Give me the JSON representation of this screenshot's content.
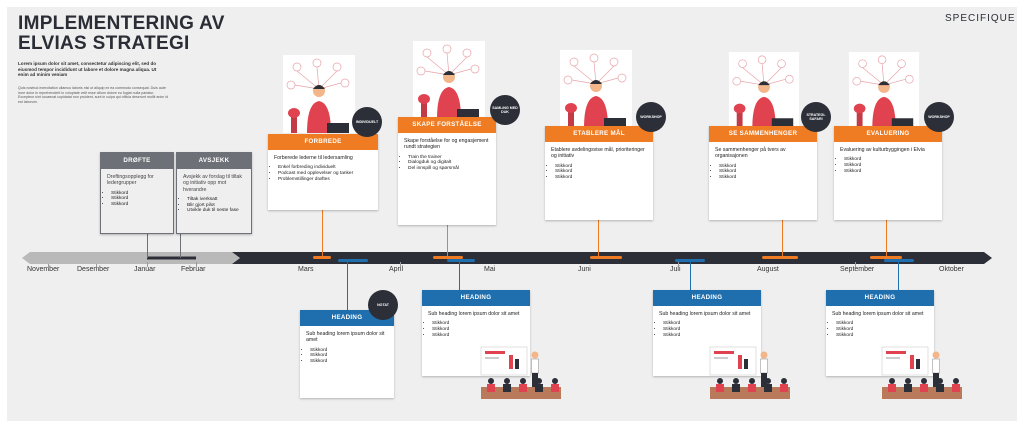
{
  "title": "IMPLEMENTERING AV ELVIAS STRATEGI",
  "brand": "SPECIFIQUE",
  "intro": {
    "lead": "Lorem ipsum dolor sit amet, consectetur adipiscing elit, sed do eiusmod tempor incididunt ut labore et dolore magna aliqua. Ut enim ad minim veniam",
    "body": "Quis nostrud exercitation ullamco laboris nisi ut aliquip ex ea commodo consequat. Duis aute irure dolor in reprehenderit in voluptate velit esse cillum dolore eu fugiat nulla pariatur. Excepteur sint occaecat cupidatat non proident, sunt in culpa qui officia deserunt mollit anim id est laborum."
  },
  "months": [
    "November",
    "Desember",
    "Januar",
    "Februar",
    "Mars",
    "April",
    "Mai",
    "Juni",
    "Juli",
    "August",
    "September",
    "Oktober"
  ],
  "gray_cards": [
    {
      "heading": "DRØFTE",
      "desc": "Dreftingsopplegg for ledergrupper",
      "items": [
        "Stikkord",
        "Stikkord",
        "Stikkord"
      ]
    },
    {
      "heading": "AVSJEKK",
      "desc": "Avsjekk av forslag til tiltak og initiativ opp mot hverandre",
      "items": [
        "Tiltak iverksatt",
        "Blir gjort pilot",
        "Utvikle duk til neste fase"
      ]
    }
  ],
  "orange_cards": [
    {
      "heading": "FORBREDE",
      "badge": "INDIVIDUELT",
      "desc": "Forberede lederne til ledersamling",
      "items": [
        "Enkel forbreding individuelt",
        "Podcast med opplevelser og tanker",
        "Problemstillinger drøftes"
      ]
    },
    {
      "heading": "SKAPE FORSTÅELSE",
      "badge": "SAMLING MED DUK",
      "desc": "Skape forståelse for og engasjement rundt strategien",
      "items": [
        "Train the trainer",
        "Dialogduk og digitalt",
        "Del innspill og spørsmål"
      ]
    },
    {
      "heading": "ETABLERE MÅL",
      "badge": "WORKSHOP",
      "desc": "Etablere avdelingsvise mål, prioriteringer og initiativ",
      "items": [
        "Stikkord",
        "Stikkord",
        "Stikkord"
      ]
    },
    {
      "heading": "SE SAMMENHENGER",
      "badge": "STRATEGI-SAFARI",
      "desc": "Se sammenhenger på tvers av organisajonen",
      "items": [
        "Stikkord",
        "Stikkord",
        "Stikkord"
      ]
    },
    {
      "heading": "EVALUERING",
      "badge": "WORKSHOP",
      "desc": "Evaluering av kulturbyggingen i Elvia",
      "items": [
        "Stikkord",
        "Stikkord",
        "Stikkord"
      ]
    }
  ],
  "blue_cards": [
    {
      "heading": "HEADING",
      "badge": "NOTAT",
      "desc": "Sub heading lorem ipsum dolor sit amet",
      "items": [
        "Stikkord",
        "Stikkord",
        "Stikkord"
      ]
    },
    {
      "heading": "HEADING",
      "desc": "Sub heading lorem ipsum dolor sit amet",
      "items": [
        "Stikkord",
        "Stikkord",
        "Stikkord"
      ]
    },
    {
      "heading": "HEADING",
      "desc": "Sub heading lorem ipsum dolor sit amet",
      "items": [
        "Stikkord",
        "Stikkord",
        "Stikkord"
      ]
    },
    {
      "heading": "HEADING",
      "desc": "Sub heading lorem ipsum dolor sit amet",
      "items": [
        "Stikkord",
        "Stikkord",
        "Stikkord"
      ]
    }
  ],
  "colors": {
    "orange": "#ef7b22",
    "blue": "#1f6fae",
    "dark": "#2c2f38",
    "gray": "#6d7177",
    "track_gray": "#b9b9b9"
  },
  "icons": {
    "person": "person-with-ideas-icon",
    "presentation": "presentation-audience-icon"
  }
}
